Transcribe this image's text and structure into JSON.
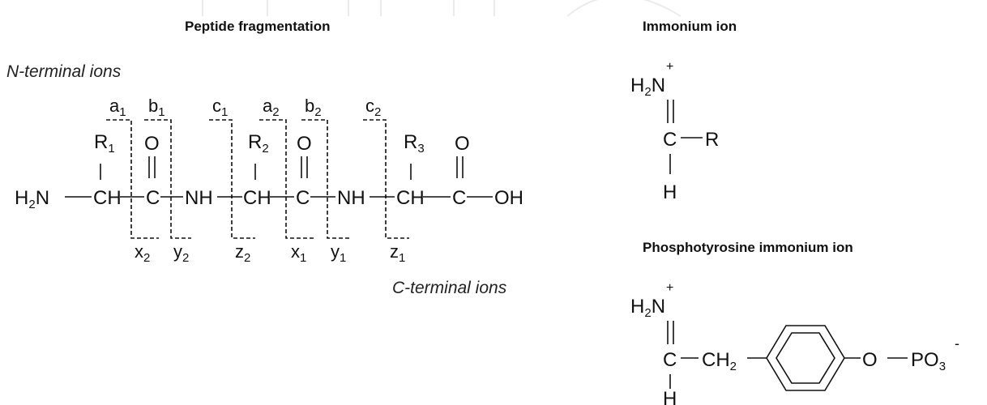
{
  "headings": {
    "peptide_fragmentation": "Peptide fragmentation",
    "immonium_ion": "Immonium ion",
    "phosphotyrosine_immonium_ion": "Phosphotyrosine immonium ion"
  },
  "captions": {
    "n_terminal": "N-terminal ions",
    "c_terminal": "C-terminal ions"
  },
  "peptide": {
    "n_term": {
      "h": "H",
      "h_sub": "2",
      "n": "N"
    },
    "ch": "CH",
    "c": "C",
    "nh": "NH",
    "o": "O",
    "oh": "OH",
    "r1": {
      "r": "R",
      "sub": "1"
    },
    "r2": {
      "r": "R",
      "sub": "2"
    },
    "r3": {
      "r": "R",
      "sub": "3"
    }
  },
  "fragments": {
    "n_terminal": [
      {
        "letter": "a",
        "index": "1"
      },
      {
        "letter": "b",
        "index": "1"
      },
      {
        "letter": "c",
        "index": "1"
      },
      {
        "letter": "a",
        "index": "2"
      },
      {
        "letter": "b",
        "index": "2"
      },
      {
        "letter": "c",
        "index": "2"
      }
    ],
    "c_terminal": [
      {
        "letter": "x",
        "index": "2"
      },
      {
        "letter": "y",
        "index": "2"
      },
      {
        "letter": "z",
        "index": "2"
      },
      {
        "letter": "x",
        "index": "1"
      },
      {
        "letter": "y",
        "index": "1"
      },
      {
        "letter": "z",
        "index": "1"
      }
    ]
  },
  "immonium": {
    "plus": "+",
    "h": "H",
    "h_sub": "2",
    "n": "N",
    "c": "C",
    "r": "R",
    "h_bottom": "H"
  },
  "phosphotyrosine": {
    "plus": "+",
    "h": "H",
    "h_sub": "2",
    "n": "N",
    "c": "C",
    "ch": "CH",
    "ch_sub": "2",
    "o": "O",
    "po": "PO",
    "po_sub": "3",
    "minus": "-",
    "h_bottom": "H"
  }
}
